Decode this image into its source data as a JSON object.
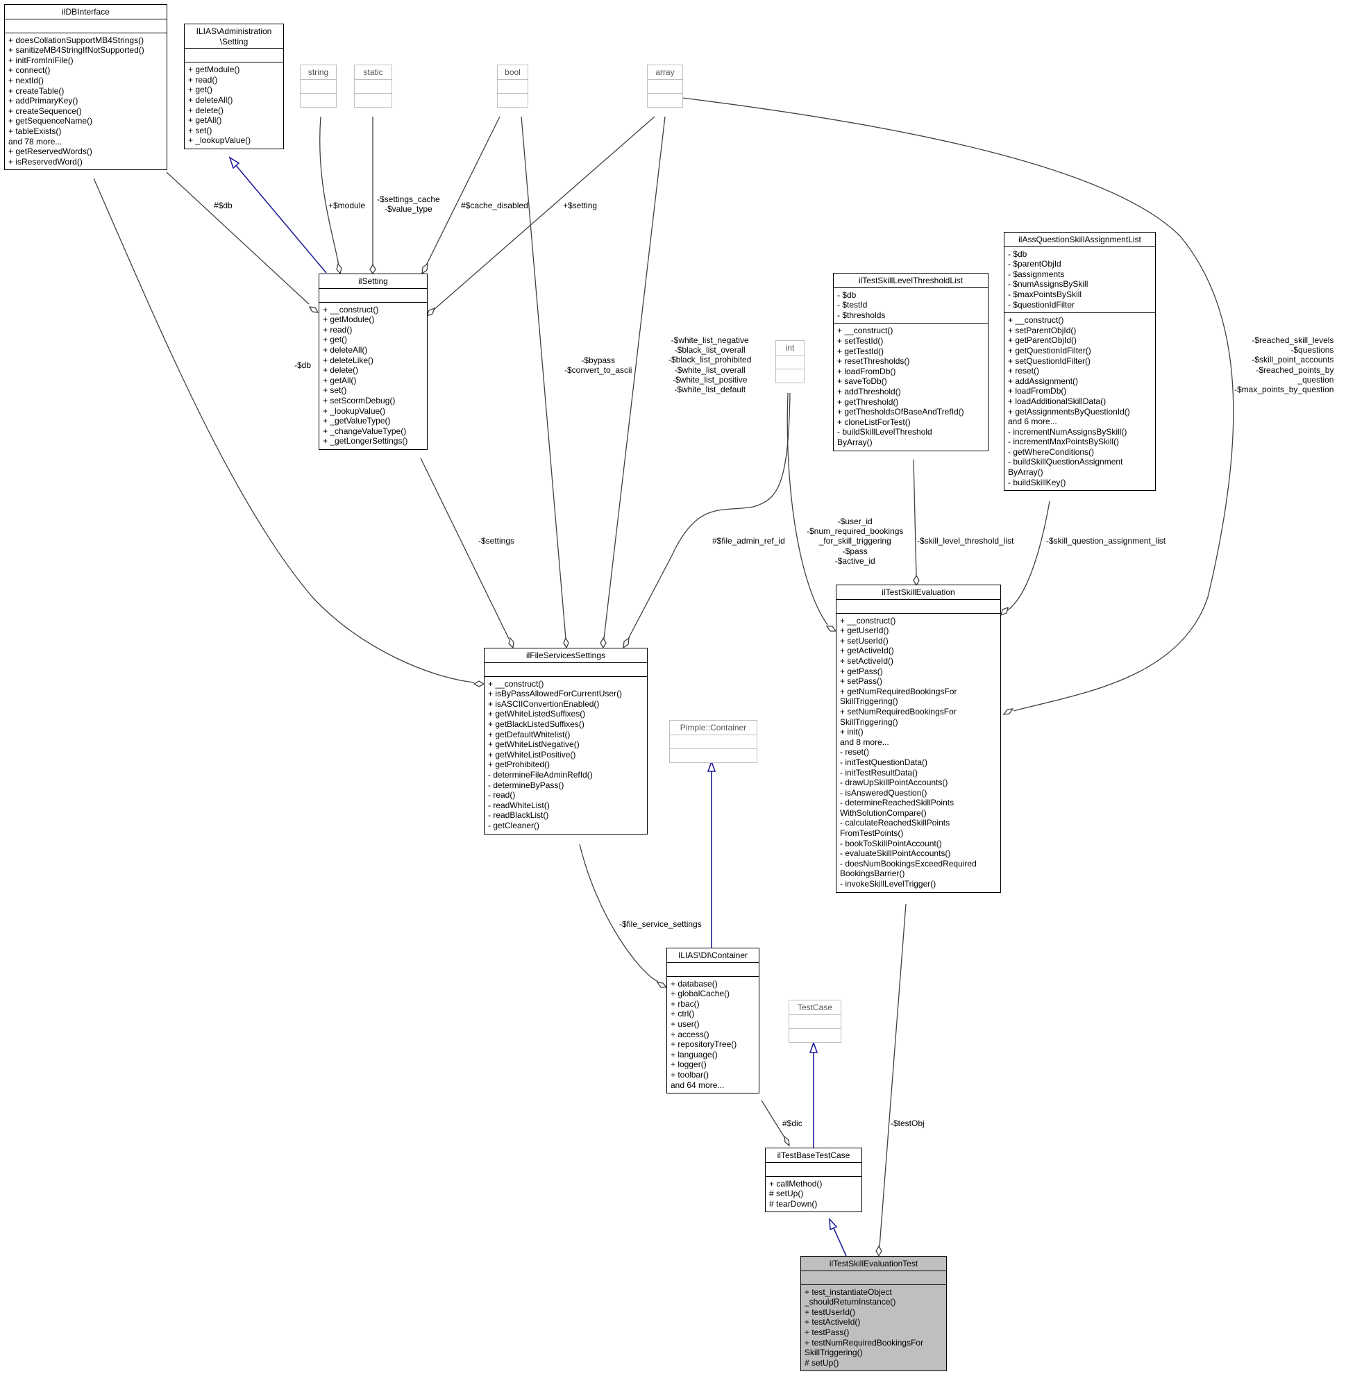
{
  "classes": {
    "ilDBInterface": {
      "name": "ilDBInterface",
      "attributes": [],
      "methods": [
        "+ doesCollationSupportMB4Strings()",
        "+ sanitizeMB4StringIfNotSupported()",
        "+ initFromIniFile()",
        "+ connect()",
        "+ nextId()",
        "+ createTable()",
        "+ addPrimaryKey()",
        "+ createSequence()",
        "+ getSequenceName()",
        "+ tableExists()",
        "and 78 more...",
        "+ getReservedWords()",
        "+ isReservedWord()"
      ]
    },
    "adminSetting": {
      "name": "ILIAS\\Administration\n\\Setting",
      "attributes": [],
      "methods": [
        "+ getModule()",
        "+ read()",
        "+ get()",
        "+ deleteAll()",
        "+ delete()",
        "+ getAll()",
        "+ set()",
        "+ _lookupValue()"
      ]
    },
    "string": {
      "name": "string"
    },
    "static": {
      "name": "static"
    },
    "bool": {
      "name": "bool"
    },
    "array": {
      "name": "array"
    },
    "int": {
      "name": "int"
    },
    "ilSetting": {
      "name": "ilSetting",
      "attributes": [],
      "methods": [
        "+ __construct()",
        "+ getModule()",
        "+ read()",
        "+ get()",
        "+ deleteAll()",
        "+ deleteLike()",
        "+ delete()",
        "+ getAll()",
        "+ set()",
        "+ setScormDebug()",
        "+ _lookupValue()",
        "+ _getValueType()",
        "+ _changeValueType()",
        "+ _getLongerSettings()"
      ]
    },
    "thresholdList": {
      "name": "ilTestSkillLevelThresholdList",
      "attributes": [
        "- $db",
        "- $testId",
        "- $thresholds"
      ],
      "methods": [
        "+ __construct()",
        "+ setTestId()",
        "+ getTestId()",
        "+ resetThresholds()",
        "+ loadFromDb()",
        "+ saveToDb()",
        "+ addThreshold()",
        "+ getThreshold()",
        "+ getThesholdsOfBaseAndTrefId()",
        "+ cloneListForTest()",
        "- buildSkillLevelThreshold\nByArray()"
      ]
    },
    "assignmentList": {
      "name": "ilAssQuestionSkillAssignmentList",
      "attributes": [
        "- $db",
        "- $parentObjId",
        "- $assignments",
        "- $numAssignsBySkill",
        "- $maxPointsBySkill",
        "- $questionIdFilter"
      ],
      "methods": [
        "+ __construct()",
        "+ setParentObjId()",
        "+ getParentObjId()",
        "+ getQuestionIdFilter()",
        "+ setQuestionIdFilter()",
        "+ reset()",
        "+ addAssignment()",
        "+ loadFromDb()",
        "+ loadAdditionalSkillData()",
        "+ getAssignmentsByQuestionId()",
        "and 6 more...",
        "- incrementNumAssignsBySkill()",
        "- incrementMaxPointsBySkill()",
        "- getWhereConditions()",
        "- buildSkillQuestionAssignment\nByArray()",
        "- buildSkillKey()"
      ]
    },
    "skillEvaluation": {
      "name": "ilTestSkillEvaluation",
      "attributes": [],
      "methods": [
        "+ __construct()",
        "+ getUserId()",
        "+ setUserId()",
        "+ getActiveId()",
        "+ setActiveId()",
        "+ getPass()",
        "+ setPass()",
        "+ getNumRequiredBookingsFor\nSkillTriggering()",
        "+ setNumRequiredBookingsFor\nSkillTriggering()",
        "+ init()",
        "and 8 more...",
        "- reset()",
        "- initTestQuestionData()",
        "- initTestResultData()",
        "- drawUpSkillPointAccounts()",
        "- isAnsweredQuestion()",
        "- determineReachedSkillPoints\nWithSolutionCompare()",
        "- calculateReachedSkillPoints\nFromTestPoints()",
        "- bookToSkillPointAccount()",
        "- evaluateSkillPointAccounts()",
        "- doesNumBookingsExceedRequired\nBookingsBarrier()",
        "- invokeSkillLevelTrigger()"
      ]
    },
    "fileServices": {
      "name": "ilFileServicesSettings",
      "attributes": [],
      "methods": [
        "+ __construct()",
        "+ isByPassAllowedForCurrentUser()",
        "+ isASCIIConvertionEnabled()",
        "+ getWhiteListedSuffixes()",
        "+ getBlackListedSuffixes()",
        "+ getDefaultWhitelist()",
        "+ getWhiteListNegative()",
        "+ getWhiteListPositive()",
        "+ getProhibited()",
        "- determineFileAdminRefId()",
        "- determineByPass()",
        "- read()",
        "- readWhiteList()",
        "- readBlackList()",
        "- getCleaner()"
      ]
    },
    "pimple": {
      "name": "Pimple::Container"
    },
    "diContainer": {
      "name": "ILIAS\\DI\\Container",
      "attributes": [],
      "methods": [
        "+ database()",
        "+ globalCache()",
        "+ rbac()",
        "+ ctrl()",
        "+ user()",
        "+ access()",
        "+ repositoryTree()",
        "+ language()",
        "+ logger()",
        "+ toolbar()",
        "and 64 more..."
      ]
    },
    "testCase": {
      "name": "TestCase"
    },
    "baseTestCase": {
      "name": "ilTestBaseTestCase",
      "attributes": [],
      "methods": [
        "+ callMethod()",
        "# setUp()",
        "# tearDown()"
      ]
    },
    "evaluationTest": {
      "name": "ilTestSkillEvaluationTest",
      "attributes": [],
      "methods": [
        "+ test_instantiateObject\n_shouldReturnInstance()",
        "+ testUserId()",
        "+ testActiveId()",
        "+ testPass()",
        "+ testNumRequiredBookingsFor\nSkillTriggering()",
        "# setUp()"
      ]
    }
  },
  "edge_labels": {
    "db_setting": "#$db",
    "module": "+$module",
    "settings_cache": "-$settings_cache\n-$value_type",
    "cache_disabled": "#$cache_disabled",
    "setting": "+$setting",
    "db_files": "-$db",
    "bypass": "-$bypass\n-$convert_to_ascii",
    "white_list": "-$white_list_negative\n-$black_list_overall\n-$black_list_prohibited\n-$white_list_overall\n-$white_list_positive\n-$white_list_default",
    "reached": "-$reached_skill_levels\n-$questions\n-$skill_point_accounts\n-$reached_points_by\n_question\n-$max_points_by_question",
    "settings": "-$settings",
    "file_admin": "#$file_admin_ref_id",
    "user_id": "-$user_id\n-$num_required_bookings\n_for_skill_triggering\n-$pass\n-$active_id",
    "threshold_list": "-$skill_level_threshold_list",
    "assignment_list": "-$skill_question_assignment_list",
    "file_service_settings": "-$file_service_settings",
    "dic": "#$dic",
    "test_obj": "-$testObj"
  }
}
